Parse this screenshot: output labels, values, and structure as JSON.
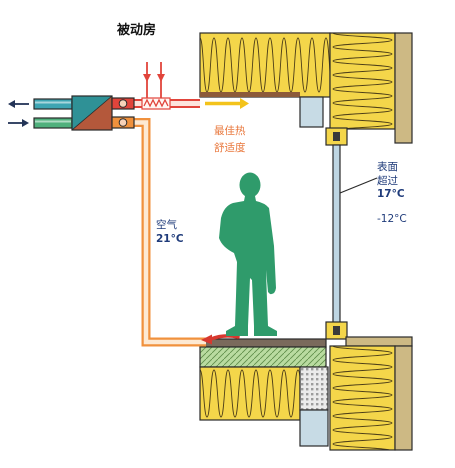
{
  "diagram": {
    "title": "被动房",
    "comfort_label": {
      "line1": "最佳热",
      "line2": "舒适度"
    },
    "window_surface_label": {
      "line1": "表面",
      "line2": "超过",
      "temperature": "17°C"
    },
    "outdoor_label": {
      "temperature": "-12°C"
    },
    "room_air_label": {
      "line1": "空气",
      "temperature": "21°C"
    }
  },
  "colors": {
    "insulation": "#f4d64a",
    "masonry": "#cdb984",
    "person": "#2f9b6b",
    "supply-duct": "#e1443b",
    "return-duct": "#f0913d",
    "supply-arrow": "#f3c31b",
    "glass": "#bed6e3",
    "label-blue": "#1f3b7a",
    "label-orange": "#e9783d"
  }
}
